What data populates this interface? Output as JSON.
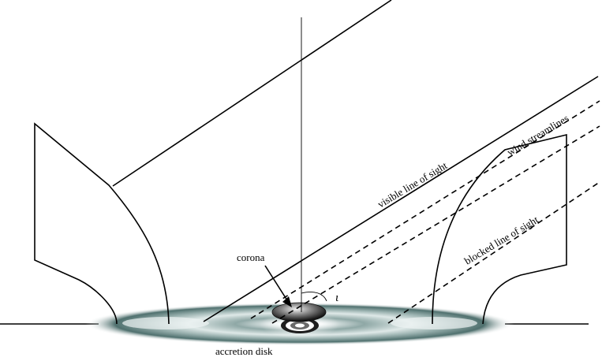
{
  "labels": {
    "corona": "corona",
    "accretion_disk": "accretion disk",
    "visible_line_of_sight": "visible line of sight",
    "wind_streamlines": "wind streamlines",
    "blocked_line_of_sight": "blocked line of sight",
    "inclination_symbol": "ι"
  },
  "colors": {
    "disk_dark": "#2f5a58",
    "disk_light": "#e9f1f0",
    "line": "#000000"
  }
}
